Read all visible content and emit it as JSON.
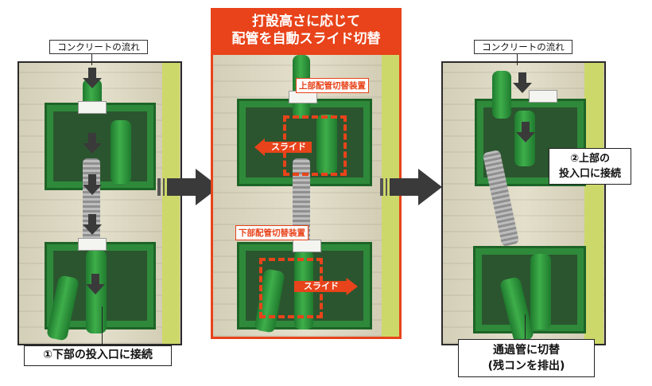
{
  "left": {
    "flow_label": "コンクリートの流れ",
    "caption": "①下部の投入口に接続"
  },
  "center": {
    "title_line1": "打設高さに応じて",
    "title_line2": "配管を自動スライド切替",
    "upper_device_label": "上部配管切替装置",
    "lower_device_label": "下部配管切替装置",
    "slide_label_upper": "スライド",
    "slide_label_lower": "スライド"
  },
  "right": {
    "flow_label": "コンクリートの流れ",
    "upper_callout_line1": "②上部の",
    "upper_callout_line2": "投入口に接続",
    "caption_line1": "通過管に切替",
    "caption_line2": "(残コンを排出)"
  },
  "colors": {
    "accent": "#e8431a",
    "machine_green": "#2e8a3a",
    "arrow_gray": "#3a3a3a"
  },
  "icons": [
    "flow-down-arrow-icon",
    "slide-left-arrow-icon",
    "slide-right-arrow-icon",
    "step-right-arrow-icon"
  ]
}
